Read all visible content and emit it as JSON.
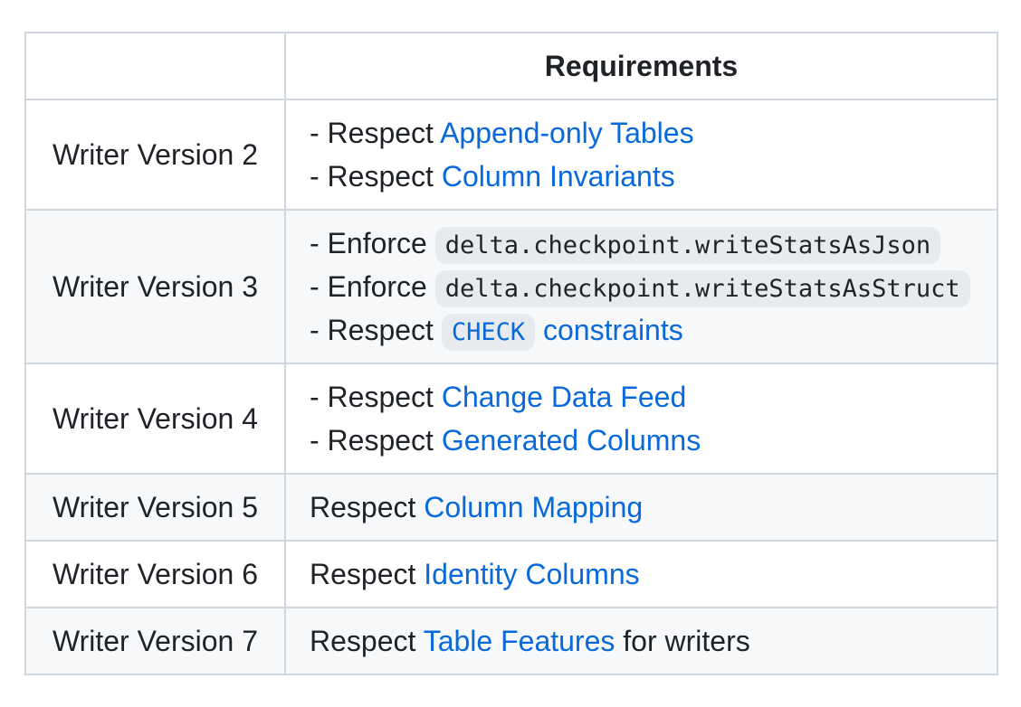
{
  "colors": {
    "text": "#1f2328",
    "link": "#0969da",
    "border": "#d0d7de",
    "row-stripe": "#f6f8fa",
    "code-bg": "rgba(175,184,193,0.2)"
  },
  "table": {
    "header": {
      "version_label": "",
      "requirements_label": "Requirements"
    },
    "rows": [
      {
        "version": "Writer Version 2",
        "lines": [
          [
            {
              "type": "text",
              "text": "- Respect "
            },
            {
              "type": "link",
              "text": "Append-only Tables"
            }
          ],
          [
            {
              "type": "text",
              "text": "- Respect "
            },
            {
              "type": "link",
              "text": "Column Invariants"
            }
          ]
        ]
      },
      {
        "version": "Writer Version 3",
        "lines": [
          [
            {
              "type": "text",
              "text": "- Enforce "
            },
            {
              "type": "code",
              "text": "delta.checkpoint.writeStatsAsJson"
            }
          ],
          [
            {
              "type": "text",
              "text": "- Enforce "
            },
            {
              "type": "code",
              "text": "delta.checkpoint.writeStatsAsStruct"
            }
          ],
          [
            {
              "type": "text",
              "text": "- Respect "
            },
            {
              "type": "code-link",
              "text": "CHECK"
            },
            {
              "type": "text",
              "text": " "
            },
            {
              "type": "link",
              "text": "constraints"
            }
          ]
        ]
      },
      {
        "version": "Writer Version 4",
        "lines": [
          [
            {
              "type": "text",
              "text": "- Respect "
            },
            {
              "type": "link",
              "text": "Change Data Feed"
            }
          ],
          [
            {
              "type": "text",
              "text": "- Respect "
            },
            {
              "type": "link",
              "text": "Generated Columns"
            }
          ]
        ]
      },
      {
        "version": "Writer Version 5",
        "lines": [
          [
            {
              "type": "text",
              "text": "Respect "
            },
            {
              "type": "link",
              "text": "Column Mapping"
            }
          ]
        ]
      },
      {
        "version": "Writer Version 6",
        "lines": [
          [
            {
              "type": "text",
              "text": "Respect "
            },
            {
              "type": "link",
              "text": "Identity Columns"
            }
          ]
        ]
      },
      {
        "version": "Writer Version 7",
        "lines": [
          [
            {
              "type": "text",
              "text": "Respect "
            },
            {
              "type": "link",
              "text": "Table Features"
            },
            {
              "type": "text",
              "text": " for writers"
            }
          ]
        ]
      }
    ]
  }
}
